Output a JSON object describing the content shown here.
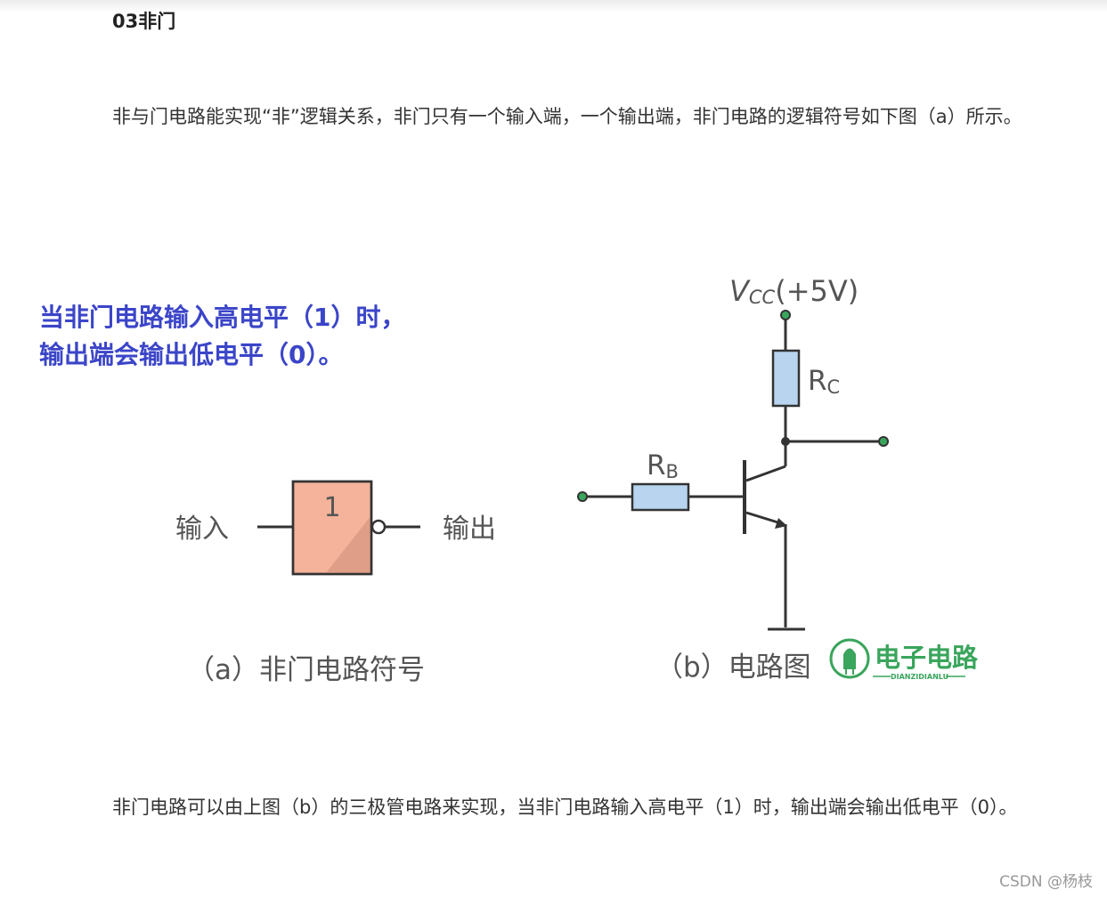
{
  "heading": "03非门",
  "intro_text": "非与门电路能实现“非”逻辑关系，非门只有一个输入端，一个输出端，非门电路的逻辑符号如下图（a）所示。",
  "callout": {
    "line1": "当非门电路输入高电平（1）时，",
    "line2": "输出端会输出低电平（0）。",
    "color": "#3b45c8"
  },
  "figure_a": {
    "gate_symbol": "1",
    "input_label": "输入",
    "output_label": "输出",
    "caption": "（a）非门电路符号",
    "gate_color": "#f4b39a"
  },
  "figure_b": {
    "vcc_label_v": "V",
    "vcc_label_sub": "CC",
    "vcc_label_rest": "(+5V)",
    "rc_label_main": "R",
    "rc_label_sub": "C",
    "rb_label_main": "R",
    "rb_label_sub": "B",
    "caption": "（b）电路图",
    "resistor_color": "#b8d4ee",
    "node_color": "#3aa55c"
  },
  "logo": {
    "title": "电子电路",
    "subtitle": "DIANZIDIANLU",
    "color": "#3aa55c"
  },
  "body_text": "非门电路可以由上图（b）的三极管电路来实现，当非门电路输入高电平（1）时，输出端会输出低电平（0）。",
  "watermark": "CSDN @杨枝"
}
